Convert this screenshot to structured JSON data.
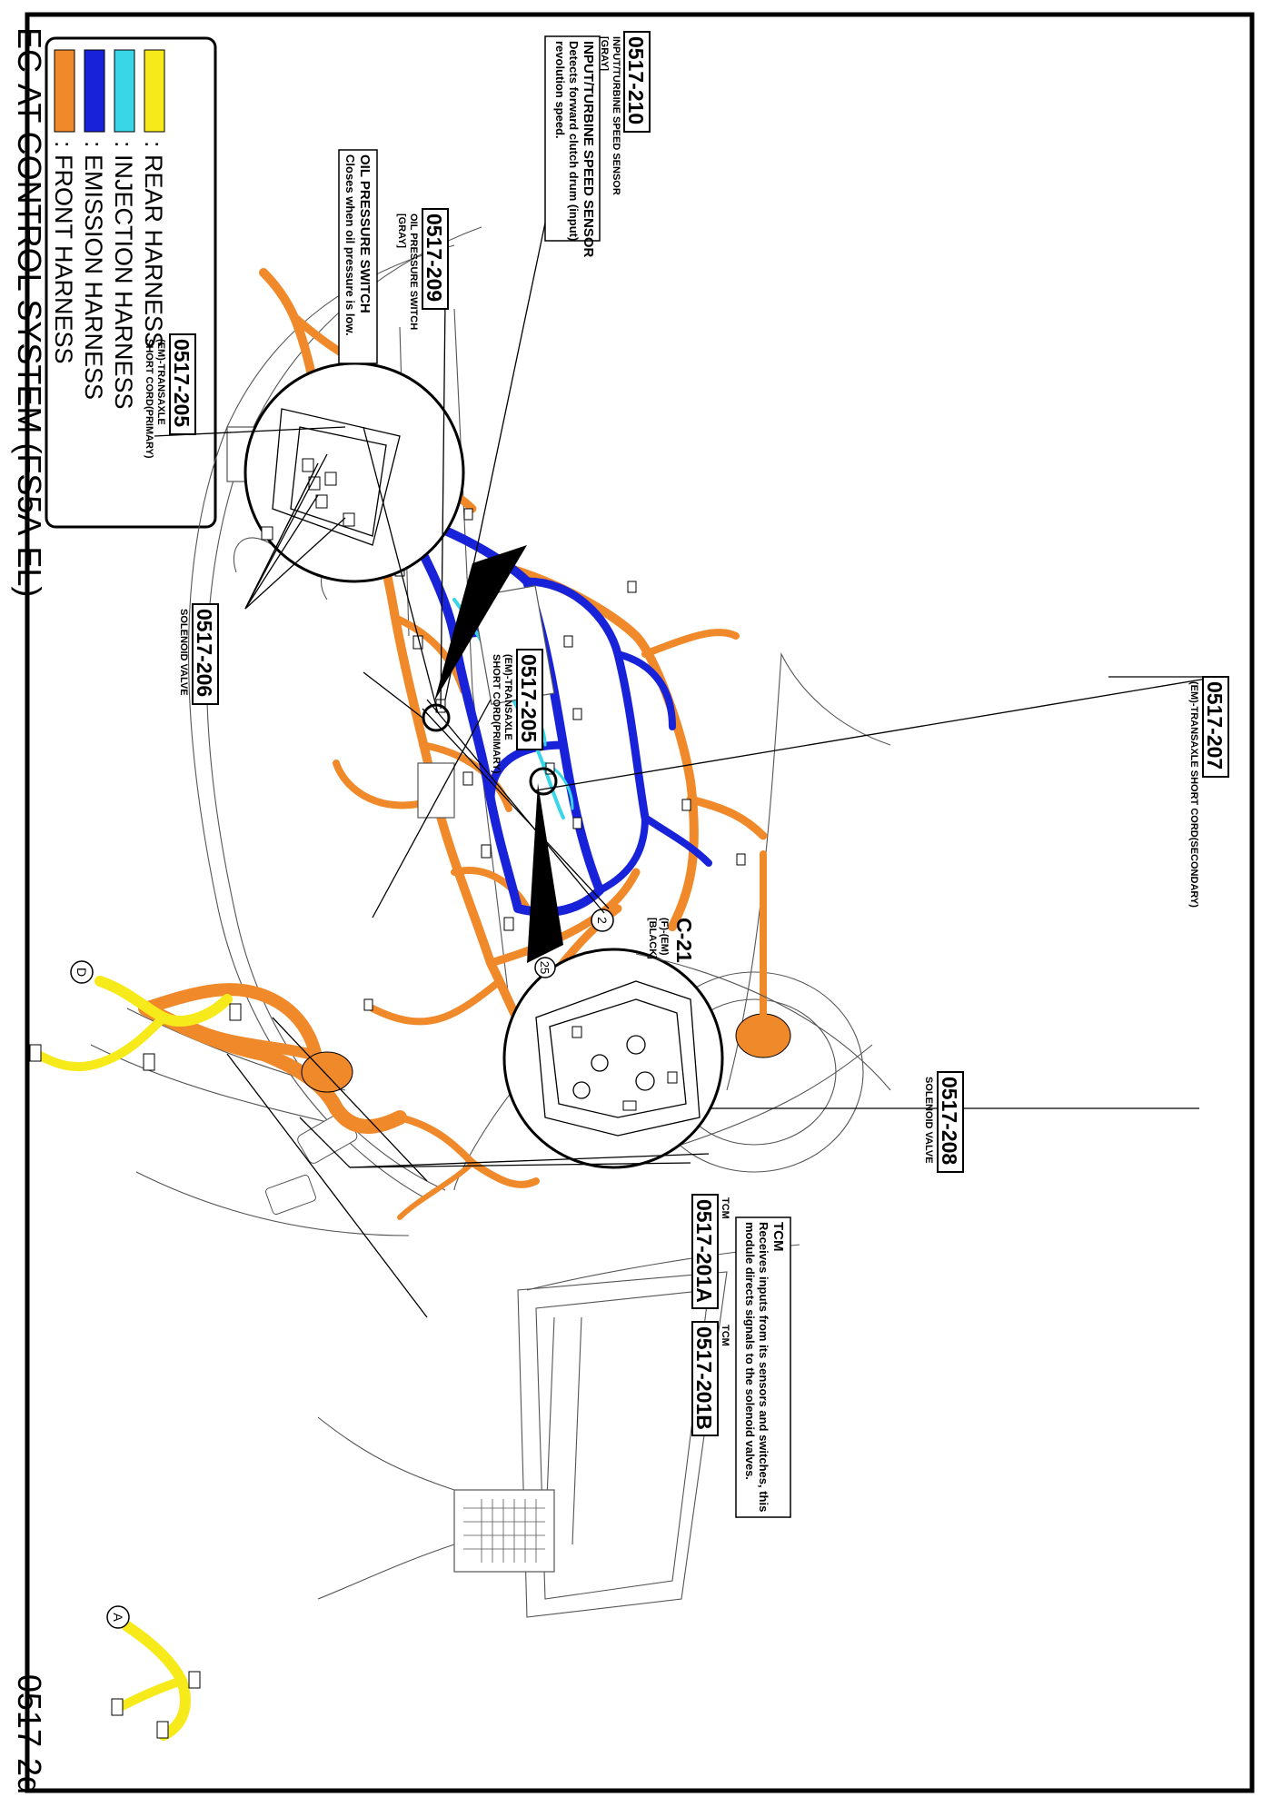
{
  "page": {
    "title": "EC-AT CONTROL SYSTEM (FS5A-EL)",
    "page_code": "0517-2d"
  },
  "colors": {
    "front": "#f0892a",
    "emission": "#1822d8",
    "injection": "#38d6e6",
    "rear": "#f6ea1a",
    "frame": "#000000",
    "line": "#555555"
  },
  "legend": {
    "items": [
      {
        "key": "front",
        "label": ": FRONT HARNESS"
      },
      {
        "key": "emission",
        "label": ": EMISSION HARNESS"
      },
      {
        "key": "injection",
        "label": ": INJECTION HARNESS"
      },
      {
        "key": "rear",
        "label": ": REAR HARNESS"
      }
    ]
  },
  "notes": {
    "turbine": {
      "heading": "INPUT/TURBINE SPEED SENSOR",
      "lines": [
        "Detects forward clutch drum (input)",
        "revolution speed."
      ]
    },
    "oil": {
      "heading": "OIL PRESSURE SWITCH",
      "lines": [
        "Closes when oil pressure is low."
      ]
    },
    "tcm": {
      "heading": "TCM",
      "lines": [
        "Receives inputs from its sensors and switches, this",
        "module directs signals to the solenoid valves."
      ]
    }
  },
  "connectors": {
    "c210": {
      "code": "0517-210",
      "lines": [
        "INPUT/TURBINE SPEED SENSOR",
        "[GRAY]"
      ]
    },
    "c209": {
      "code": "0517-209",
      "lines": [
        "OIL PRESSURE SWITCH",
        "[GRAY]"
      ]
    },
    "c205a": {
      "code": "0517-205",
      "lines": [
        "(EM)-TRANSAXLE",
        "SHORT CORD(PRIMARY)"
      ]
    },
    "c205b": {
      "code": "0517-205",
      "lines": [
        "(EM)-TRANSAXLE",
        "SHORT CORD(PRIMARY)"
      ]
    },
    "c206": {
      "code": "0517-206",
      "lines": [
        "SOLENOID VALVE"
      ]
    },
    "c207": {
      "code": "0517-207",
      "lines": [
        "(EM)-TRANSAXLE SHORT CORD(SECONDARY)"
      ]
    },
    "c208": {
      "code": "0517-208",
      "lines": [
        "SOLENOID VALVE"
      ]
    },
    "c201a": {
      "code": "0517-201A",
      "lines": [
        "TCM"
      ]
    },
    "c201b": {
      "code": "0517-201B",
      "lines": [
        "TCM"
      ]
    },
    "c21": {
      "code": "C-21",
      "lines": [
        "(F)-(EM)",
        "[BLACK]"
      ]
    }
  },
  "markers": {
    "two": "2",
    "twentyfive": "25",
    "a": "A",
    "d": "D"
  }
}
